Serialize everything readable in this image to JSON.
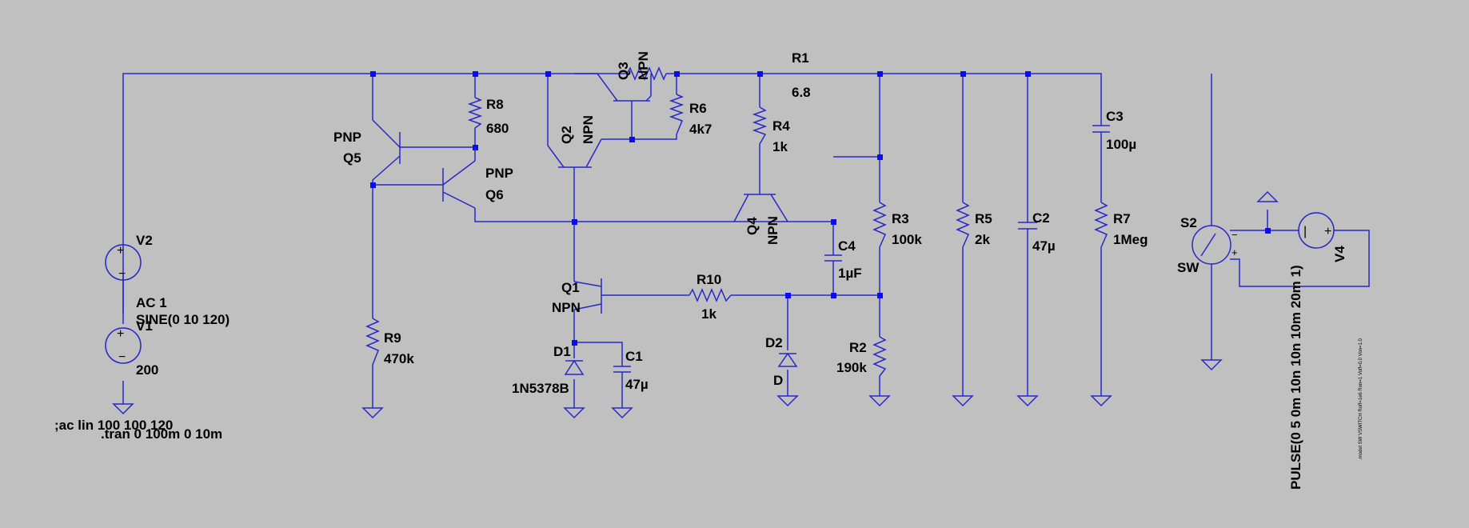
{
  "colors": {
    "background": "#c0c0c0",
    "wire": "#2828c8",
    "text": "#000000"
  },
  "labels": {
    "R1": "R1",
    "R1v": "6.8",
    "R2": "R2",
    "R2v": "190k",
    "R3": "R3",
    "R3v": "100k",
    "R4": "R4",
    "R4v": "1k",
    "R5": "R5",
    "R5v": "2k",
    "R6": "R6",
    "R6v": "4k7",
    "R7": "R7",
    "R7v": "1Meg",
    "R8": "R8",
    "R8v": "680",
    "R9": "R9",
    "R9v": "470k",
    "R10": "R10",
    "R10v": "1k",
    "C1": "C1",
    "C1v": "47µ",
    "C2": "C2",
    "C2v": "47µ",
    "C3": "C3",
    "C3v": "100µ",
    "C4": "C4",
    "C4v": "1µF",
    "D1": "D1",
    "D1v": "1N5378B",
    "D2": "D2",
    "D2v": "D",
    "Q1": "Q1",
    "Q1t": "NPN",
    "Q2": "Q2",
    "Q2t": "NPN",
    "Q3": "Q3",
    "Q3t": "NPN",
    "Q4": "Q4",
    "Q4t": "NPN",
    "Q5": "Q5",
    "Q5t": "PNP",
    "Q6": "Q6",
    "Q6t": "PNP",
    "V1": "V1",
    "V1v": "200",
    "V2": "V2",
    "V2ac": "AC 1",
    "V2sine": "SINE(0 10 120)",
    "V4": "V4",
    "V4pulse": "PULSE(0 5 0m 10n 10n 10m 20m 1)",
    "S2": "S2",
    "S2m": "SW",
    "model": ".model SW VSWITCH Roff=1e6 Ron=1 Voff=0.0 Von=1.0",
    "ac_dir": ";ac lin 100 100 120",
    "tran_dir": ".tran 0 100m 0 10m"
  }
}
